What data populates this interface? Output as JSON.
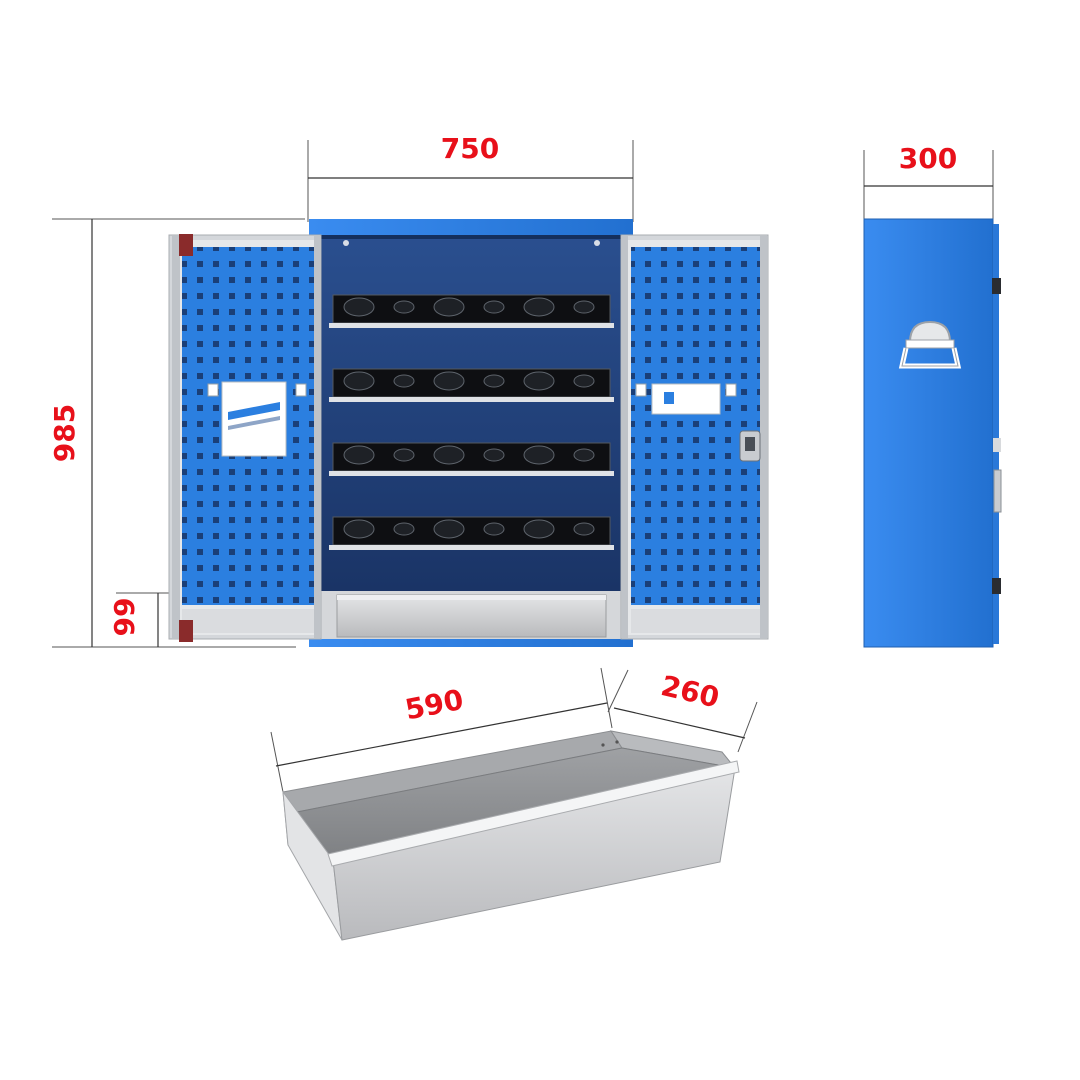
{
  "dimensions": {
    "width_label": "750",
    "depth_label": "300",
    "height_label": "985",
    "plinth_label": "99",
    "drawer_width_label": "590",
    "drawer_depth_label": "260"
  },
  "colors": {
    "cabinet_blue": "#2b7fe0",
    "cabinet_dark_blue": "#1f5fb0",
    "interior_navy": "#1e3f7a",
    "frame_grey": "#cfd2d6",
    "drawer_grey": "#c8c9cb",
    "dimension_red": "#e8101a",
    "dimension_line": "#333333"
  },
  "shelves": {
    "count": 4,
    "holders_per_shelf": 6
  }
}
